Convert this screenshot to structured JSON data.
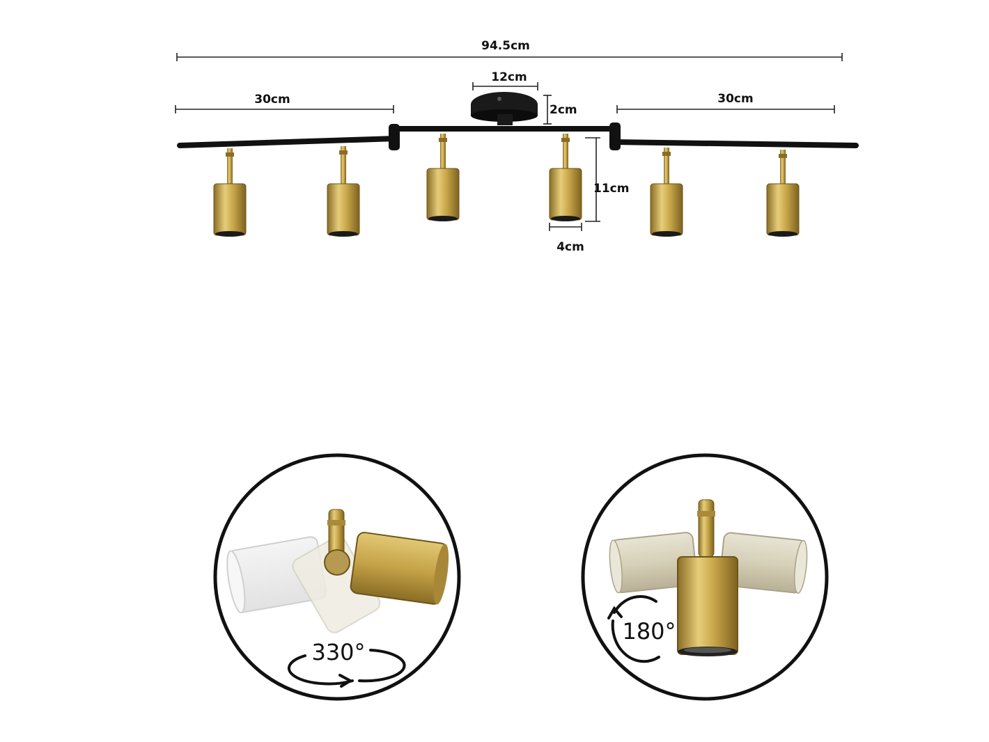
{
  "dimensions": {
    "total_length": "94.5cm",
    "left_arm": "30cm",
    "right_arm": "30cm",
    "base_diameter": "12cm",
    "base_height": "2cm",
    "spot_height": "11cm",
    "spot_diameter": "4cm"
  },
  "rotation": {
    "swivel": "330°",
    "tilt": "180°"
  },
  "colors": {
    "bar": "#111111",
    "brass": "#c9a74a",
    "brass_dark": "#8a6d25",
    "dim_line": "#222222",
    "circle": "#111111"
  },
  "icons": {
    "swivel_arrow": "rotate-arrow-icon",
    "tilt_arrow": "rotate-arrow-icon"
  }
}
